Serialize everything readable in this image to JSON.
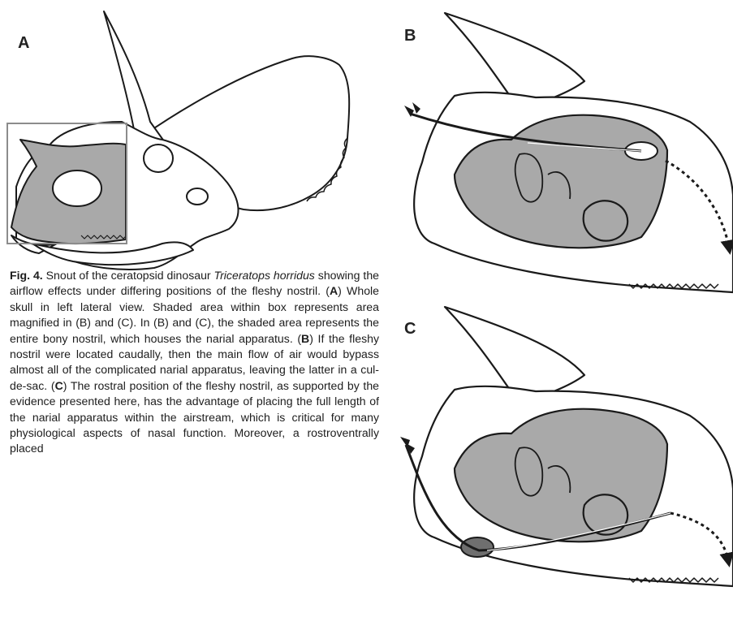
{
  "panels": {
    "a": "A",
    "b": "B",
    "c": "C"
  },
  "caption": {
    "fig_label": "Fig. 4.",
    "t1": " Snout of the ceratopsid dinosaur ",
    "species": "Triceratops horridus",
    "t2": " showing the airflow effects under differing positions of the fleshy nostril. (",
    "ref_a": "A",
    "t3": ") Whole skull in left lateral view. Shaded area within box represents area magnified in (B) and (C). In (B) and (C), the shaded area represents the entire bony nostril, which houses the narial apparatus. (",
    "ref_b": "B",
    "t4": ") If the fleshy nostril were located caudally, then the main flow of air would bypass almost all of the complicated narial apparatus, leaving the latter in a cul-de-sac. (",
    "ref_c": "C",
    "t5": ") The rostral position of the fleshy nostril, as supported by the evidence presented here, has the advantage of placing the full length of the narial apparatus within the airstream, which is critical for many physiological aspects of nasal function. Moreover, a rostroventrally placed"
  },
  "colors": {
    "shade": "#a9a9a9",
    "outline": "#1a1a1a",
    "box": "#8c8c8c"
  }
}
